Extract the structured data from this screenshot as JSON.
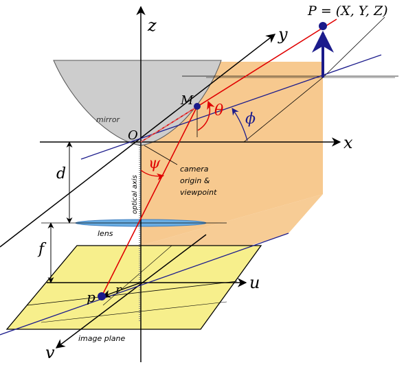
{
  "axes": {
    "x": "x",
    "y": "y",
    "z": "z",
    "u": "u",
    "v": "v"
  },
  "points": {
    "P": "P = (X, Y, Z)",
    "M": "M",
    "O": "O",
    "p": "p"
  },
  "symbols": {
    "theta": "θ",
    "phi": "ϕ",
    "psi": "ψ",
    "r": "r",
    "d": "d",
    "f": "f"
  },
  "labels": {
    "mirror": "mirror",
    "camera_line1": "camera",
    "camera_line2": "origin &",
    "camera_line3": "viewpoint",
    "optical_axis": "optical axis",
    "lens": "lens",
    "image_plane": "image plane"
  },
  "colors": {
    "orange_fill": "#f6c383",
    "yellow_fill": "#f7ef8c",
    "mirror_fill": "#cdcdcd",
    "lens_fill": "#6aaee4",
    "red_ray": "#e00000",
    "blue_line": "#1c1c8c",
    "point_color": "#1a1a8a"
  }
}
